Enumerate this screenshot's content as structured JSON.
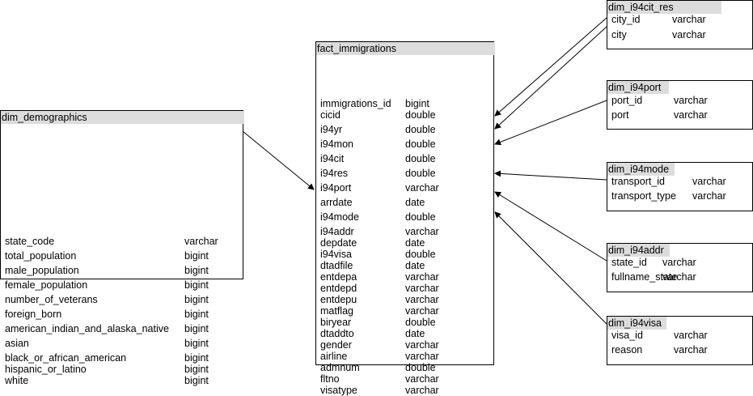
{
  "tables": {
    "dim_demographics": {
      "title": "dim_demographics",
      "columns": [
        {
          "name": "state_code",
          "type": "varchar"
        },
        {
          "name": "total_population",
          "type": "bigint"
        },
        {
          "name": "male_population",
          "type": "bigint"
        },
        {
          "name": "female_population",
          "type": "bigint"
        },
        {
          "name": "number_of_veterans",
          "type": "bigint"
        },
        {
          "name": "foreign_born",
          "type": "bigint"
        },
        {
          "name": "american_indian_and_alaska_native",
          "type": "bigint"
        },
        {
          "name": "asian",
          "type": "bigint"
        },
        {
          "name": "black_or_african_american",
          "type": "bigint"
        },
        {
          "name": "hispanic_or_latino",
          "type": "bigint"
        },
        {
          "name": "white",
          "type": "bigint"
        }
      ]
    },
    "fact_immigrations": {
      "title": "fact_immigrations",
      "columns": [
        {
          "name": "immigrations_id",
          "type": "bigint"
        },
        {
          "name": "cicid",
          "type": "double"
        },
        {
          "name": "i94yr",
          "type": "double"
        },
        {
          "name": "i94mon",
          "type": "double"
        },
        {
          "name": "i94cit",
          "type": "double"
        },
        {
          "name": "i94res",
          "type": "double"
        },
        {
          "name": "i94port",
          "type": "varchar"
        },
        {
          "name": "arrdate",
          "type": "date"
        },
        {
          "name": "i94mode",
          "type": "double"
        },
        {
          "name": "i94addr",
          "type": "varchar"
        },
        {
          "name": "depdate",
          "type": "date"
        },
        {
          "name": "i94visa",
          "type": "double"
        },
        {
          "name": "dtadfile",
          "type": "date"
        },
        {
          "name": "entdepa",
          "type": "varchar"
        },
        {
          "name": "entdepd",
          "type": "varchar"
        },
        {
          "name": "entdepu",
          "type": "varchar"
        },
        {
          "name": "matflag",
          "type": "varchar"
        },
        {
          "name": "biryear",
          "type": "double"
        },
        {
          "name": "dtaddto",
          "type": "date"
        },
        {
          "name": "gender",
          "type": "varchar"
        },
        {
          "name": "airline",
          "type": "varchar"
        },
        {
          "name": "admnum",
          "type": "double"
        },
        {
          "name": "fltno",
          "type": "varchar"
        },
        {
          "name": "visatype",
          "type": "varchar"
        }
      ]
    },
    "dim_i94cit_res": {
      "title": "dim_i94cit_res",
      "columns": [
        {
          "name": "city_id",
          "type": "varchar"
        },
        {
          "name": "city",
          "type": "varchar"
        }
      ]
    },
    "dim_i94port": {
      "title": "dim_i94port",
      "columns": [
        {
          "name": "port_id",
          "type": "varchar"
        },
        {
          "name": "port",
          "type": "varchar"
        }
      ]
    },
    "dim_i94mode": {
      "title": "dim_i94mode",
      "columns": [
        {
          "name": "transport_id",
          "type": "varchar"
        },
        {
          "name": "transport_type",
          "type": "varchar"
        }
      ]
    },
    "dim_i94addr": {
      "title": "dim_i94addr",
      "columns": [
        {
          "name": "state_id",
          "type": "varchar"
        },
        {
          "name": "fullname_state",
          "type": "varchar"
        }
      ]
    },
    "dim_i94visa": {
      "title": "dim_i94visa",
      "columns": [
        {
          "name": "visa_id",
          "type": "varchar"
        },
        {
          "name": "reason",
          "type": "varchar"
        }
      ]
    }
  },
  "relationships": [
    {
      "from": "dim_demographics",
      "to": "fact_immigrations"
    },
    {
      "from": "dim_i94cit_res",
      "to": "fact_immigrations"
    },
    {
      "from": "dim_i94cit_res",
      "to": "fact_immigrations"
    },
    {
      "from": "dim_i94port",
      "to": "fact_immigrations"
    },
    {
      "from": "dim_i94mode",
      "to": "fact_immigrations"
    },
    {
      "from": "dim_i94addr",
      "to": "fact_immigrations"
    },
    {
      "from": "dim_i94visa",
      "to": "fact_immigrations"
    }
  ],
  "colors": {
    "header_fill": "#dcdcdc",
    "border": "#000000"
  }
}
